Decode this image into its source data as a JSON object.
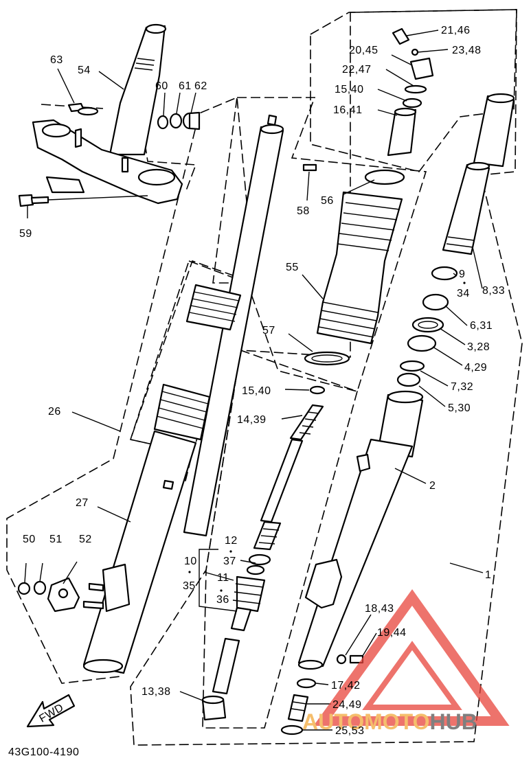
{
  "diagram_code": "43G100-4190",
  "fwd_label": "FWD",
  "watermark": {
    "part_a": "AUTO",
    "part_b": "MOTO",
    "part_c": "HUB",
    "color_a": "#f2a93b",
    "color_b": "#f2a93b",
    "color_c": "#555555",
    "triangle_color": "#e8453c"
  },
  "labels": {
    "l_21_46": "21,46",
    "l_20_45": "20,45",
    "l_23_48": "23,48",
    "l_22_47": "22,47",
    "l_15_40_top": "15,40",
    "l_16_41": "16,41",
    "l_63": "63",
    "l_54": "54",
    "l_60": "60",
    "l_61": "61",
    "l_62": "62",
    "l_59": "59",
    "l_58": "58",
    "l_56": "56",
    "l_55": "55",
    "l_57": "57",
    "l_9": "9",
    "l_34": "34",
    "l_8_33": "8,33",
    "l_6_31": "6,31",
    "l_3_28": "3,28",
    "l_4_29": "4,29",
    "l_7_32": "7,32",
    "l_5_30": "5,30",
    "l_2": "2",
    "l_1": "1",
    "l_26": "26",
    "l_27": "27",
    "l_15_40_mid": "15,40",
    "l_14_39": "14,39",
    "l_12": "12",
    "l_37": "37",
    "l_10": "10",
    "l_35": "35",
    "l_11": "11",
    "l_36": "36",
    "l_50": "50",
    "l_51": "51",
    "l_52": "52",
    "l_18_43": "18,43",
    "l_19_44": "19,44",
    "l_17_42": "17,42",
    "l_24_49": "24,49",
    "l_25_53": "25,53",
    "l_13_38": "13,38"
  }
}
